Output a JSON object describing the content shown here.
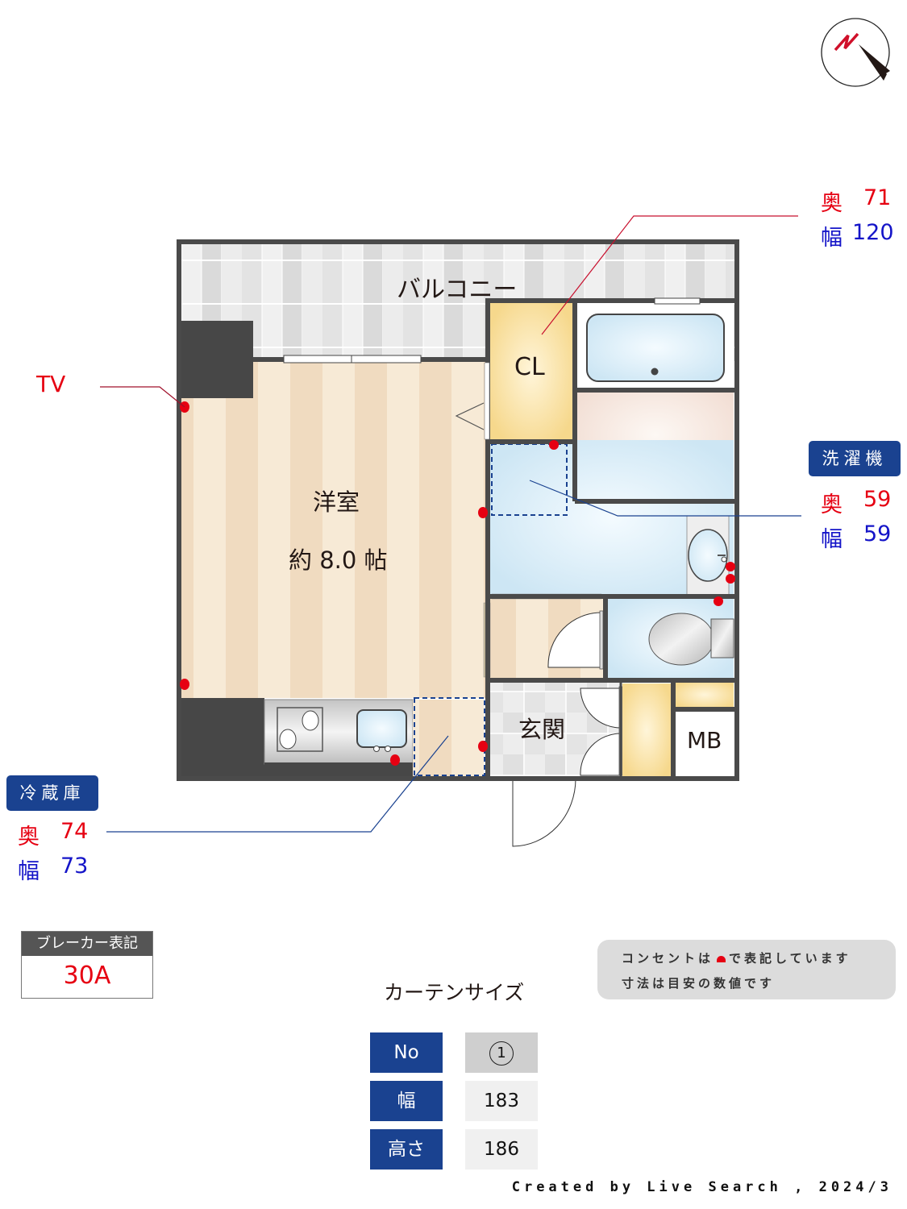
{
  "compass": {
    "label": "N",
    "icon": "north-arrow-icon"
  },
  "rooms": {
    "balcony": "バルコニー",
    "closet": "CL",
    "western_room": "洋室",
    "western_room_size": "約 8.0 帖",
    "entrance": "玄関",
    "meter_box": "MB"
  },
  "callouts": {
    "tv": {
      "label": "TV"
    },
    "closet": {
      "depth_label": "奥",
      "depth": "71",
      "width_label": "幅",
      "width": "120"
    },
    "washer": {
      "title": "洗濯機",
      "depth_label": "奥",
      "depth": "59",
      "width_label": "幅",
      "width": "59"
    },
    "fridge": {
      "title": "冷蔵庫",
      "depth_label": "奥",
      "depth": "74",
      "width_label": "幅",
      "width": "73"
    }
  },
  "breaker": {
    "label": "ブレーカー表記",
    "value": "30A"
  },
  "note": {
    "line1_before": "コンセントは",
    "line1_after": "で表記しています",
    "line2": "寸法は目安の数値です"
  },
  "curtain": {
    "title": "カーテンサイズ",
    "rows": [
      {
        "header": "No",
        "value": "1"
      },
      {
        "header": "幅",
        "value": "183"
      },
      {
        "header": "高さ",
        "value": "186"
      }
    ]
  },
  "credit": "Created by Live Search , 2024/3",
  "colors": {
    "wall": "#4a4a4a",
    "outlet": "#e60012",
    "accent_blue": "#1a4290",
    "depth_red": "#e60012",
    "width_blue": "#1414c8",
    "floor_light": "#f7ead6",
    "floor_dark": "#f0dbc0",
    "closet_yellow": "#f8dc96",
    "wet_blue": "#d6ecf6"
  }
}
